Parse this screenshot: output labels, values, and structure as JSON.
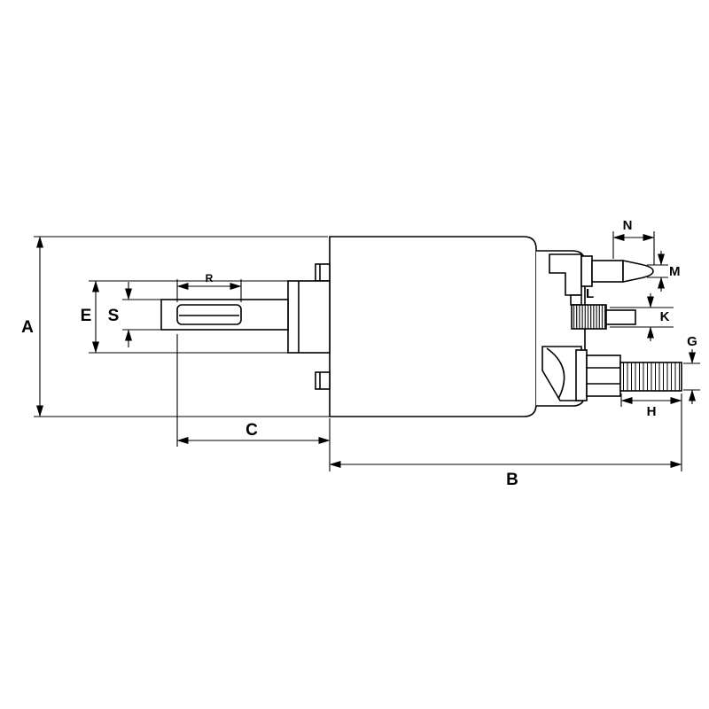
{
  "drawing": {
    "background": "#ffffff",
    "line_color": "#000000",
    "dimension_labels": {
      "A": "A",
      "B": "B",
      "C": "C",
      "E": "E",
      "S": "S",
      "R": "R",
      "N": "N",
      "M": "M",
      "L": "L",
      "K": "K",
      "G": "G",
      "H": "H"
    }
  }
}
